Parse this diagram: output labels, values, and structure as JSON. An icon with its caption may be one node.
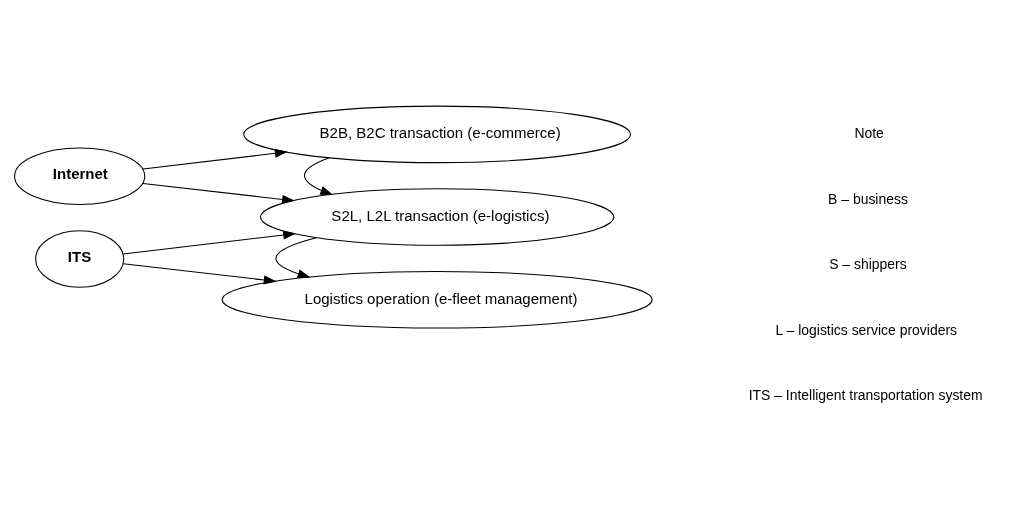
{
  "diagram": {
    "nodes": [
      {
        "text": [
          "Internet"
        ]
      },
      {
        "text": [
          "ITS"
        ]
      },
      {
        "text": [
          "B2B, B2C transaction (e-commerce)"
        ]
      },
      {
        "text": [
          "S2L, L2L transaction (e-logistics)"
        ]
      },
      {
        "text": [
          "Logistics operation (e-fleet management)"
        ]
      }
    ],
    "edges": [
      {
        "from": 0,
        "to": 2,
        "arrow": "to"
      },
      {
        "from": 0,
        "to": 3,
        "arrow": "to"
      },
      {
        "from": 2,
        "to": 3,
        "arrow": "to"
      },
      {
        "from": 1,
        "to": 3,
        "arrow": "to"
      },
      {
        "from": 1,
        "to": 4,
        "arrow": "to"
      },
      {
        "from": 3,
        "to": 4,
        "arrow": "to"
      }
    ],
    "labels": [
      "Note",
      "B – business",
      "S – shippers",
      "L – logistics service providers",
      "ITS – Intelligent transportation system"
    ]
  }
}
